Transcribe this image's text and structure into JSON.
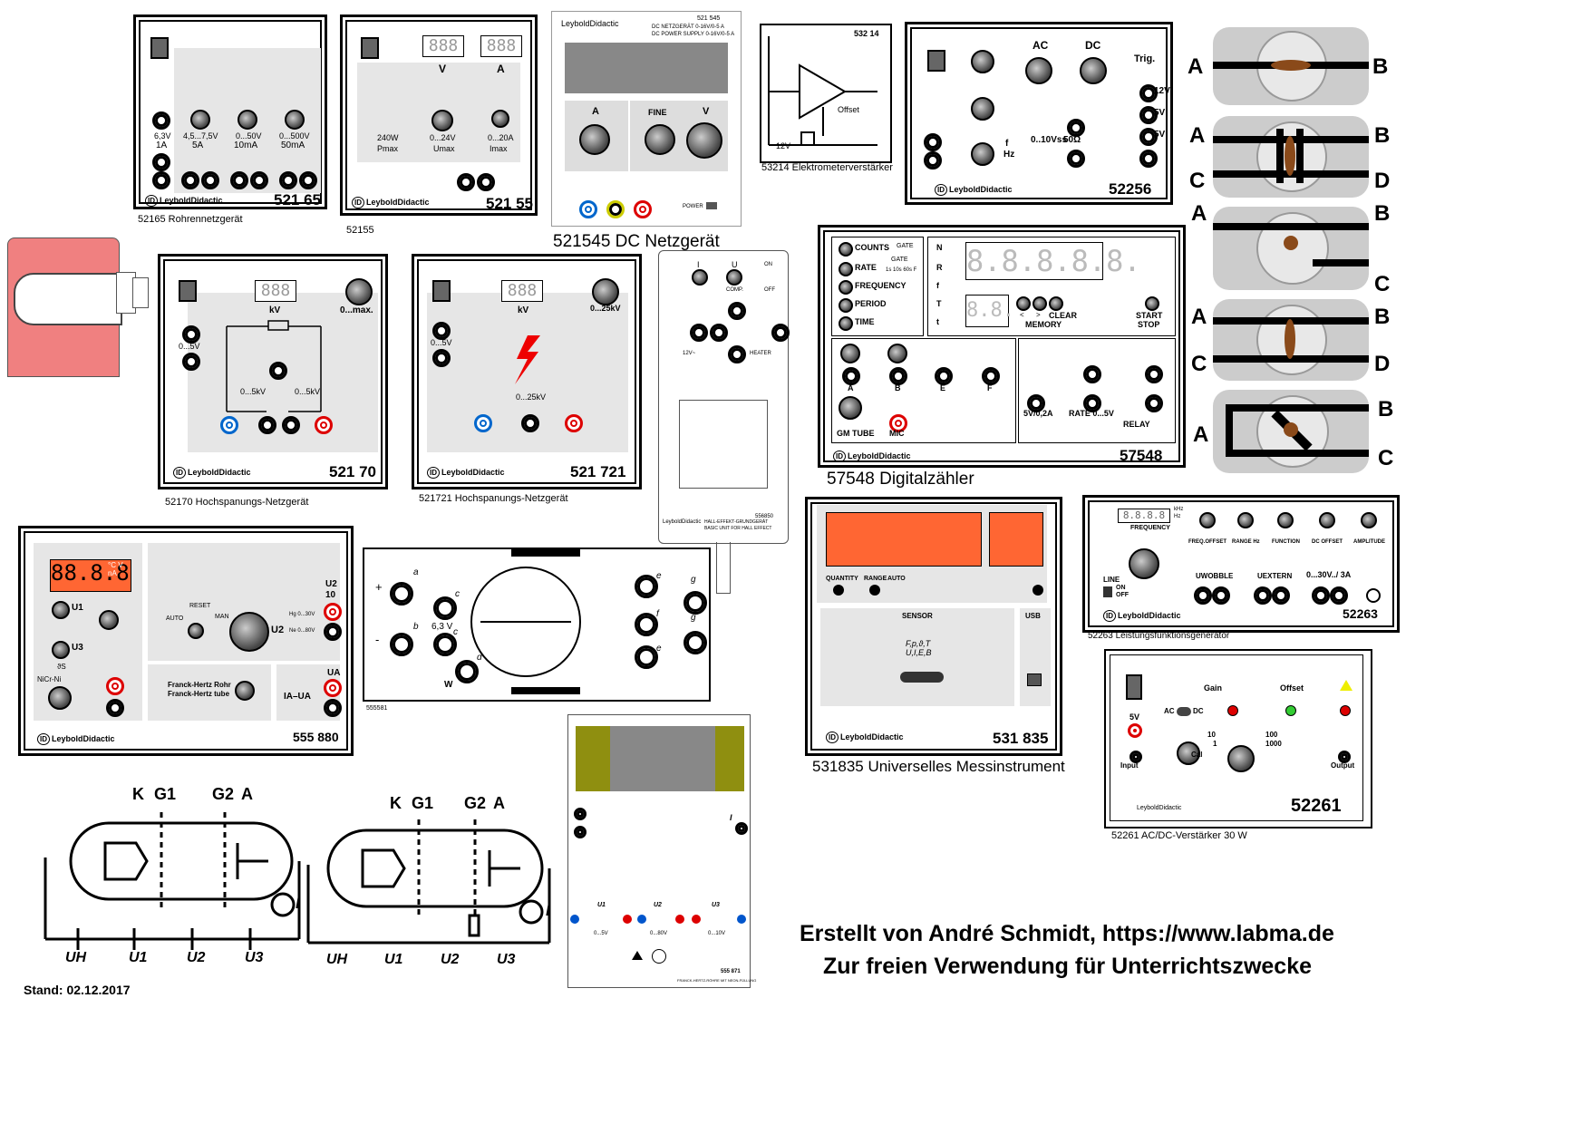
{
  "captions": {
    "c52165": "52165 Rohrennetzgerät",
    "c52155": "52155",
    "c521545": "521545 DC Netzgerät",
    "c53214": "53214 Elektrometerverstärker",
    "c52170": "52170 Hochspanungs-Netzgerät",
    "c521721": "521721 Hochspanungs-Netzgerät",
    "c57548": "57548 Digitalzähler",
    "c531835": "531835 Universelles Messinstrument",
    "c52263": "52263 Leistungsfunktionsgenerator",
    "c52261": "52261 AC/DC-Verstärker 30 W",
    "c555581": "555581"
  },
  "numbers": {
    "n52165": "521 65",
    "n52155": "521 55",
    "n53214": "532 14",
    "n52256": "52256",
    "n52170": "521 70",
    "n521721": "521 721",
    "n57548": "57548",
    "n555880": "555 880",
    "n531835": "531 835",
    "n52263": "52263",
    "n52261": "52261",
    "n555871": "555 871",
    "n556850": "556850"
  },
  "brand": "LeyboldDidactic",
  "dev52165": {
    "l1": "6,3V",
    "l1b": "1A",
    "s1": "4,5...7,5V",
    "s1b": "5A",
    "s2": "0...50V",
    "s2b": "10mA",
    "s3": "0...500V",
    "s3b": "50mA"
  },
  "dev52155": {
    "v": "V",
    "a": "A",
    "p": "240W",
    "pmax": "Pmax",
    "u": "0...24V",
    "umax": "Umax",
    "i": "0...20A",
    "imax": "Imax"
  },
  "dev521545": {
    "head1": "DC NETZGERÄT 0-16V/0-5 A",
    "head2": "DC POWER SUPPLY 0-16V/0-5 A",
    "code": "521 545",
    "a": "A",
    "fine": "FINE",
    "v": "V",
    "power": "POWER"
  },
  "dev53214": {
    "v12": "12V",
    "offset": "Offset"
  },
  "dev52256": {
    "ac": "AC",
    "dc": "DC",
    "trig": "Trig.",
    "v12": "12V",
    "v5a": "5V",
    "v5b": "5V",
    "f": "f",
    "hz": "Hz",
    "vss": "0..10Vss",
    "ohm": "50Ω"
  },
  "dev52170": {
    "kv": "kV",
    "max": "0...max.",
    "v05": "0...5V",
    "kv5a": "0...5kV",
    "kv5b": "0...5kV"
  },
  "dev521721": {
    "kv": "kV",
    "kv25": "0...25kV",
    "v05": "0...5V",
    "kv25b": "0...25kV"
  },
  "dev57548": {
    "counts": "COUNTS",
    "rate": "RATE",
    "frequency": "FREQUENCY",
    "period": "PERIOD",
    "time": "TIME",
    "gate": "GATE",
    "gate2": "GATE",
    "gtimes": "1s 10s 60s F",
    "display": "8.8.8.8.8.",
    "small": "8.8.",
    "clear": "CLEAR",
    "memory": "MEMORY",
    "lt": "<",
    "gt": ">",
    "startstop1": "START",
    "startstop2": "STOP",
    "nrow": "N",
    "rrow": "R",
    "frow": "f",
    "trow": "T",
    "trow2": "t",
    "a": "A",
    "b": "B",
    "e": "E",
    "f": "F",
    "gm": "GM TUBE",
    "mic": "MIC",
    "v52": "5V/0,2A",
    "rate05": "RATE 0...5V",
    "relay": "RELAY"
  },
  "dev556850": {
    "i": "I",
    "u": "U",
    "on": "ON",
    "off": "OFF",
    "comp": "COMP.",
    "heater": "HEATER",
    "v12": "12V~",
    "text1": "HALL-EFFEKT-GRUNDGERÄT",
    "text2": "BASIC UNIT FOR HALL EFFECT"
  },
  "dev555880": {
    "display": "88.8.8",
    "units": "°C V nA",
    "u1": "U1",
    "u3": "U3",
    "u2": "U2",
    "theta": "ϑS",
    "auto": "AUTO",
    "reset": "RESET",
    "man": "MAN",
    "nicr": "NiCr-Ni",
    "hg": "Hg 0...30V",
    "ne": "Ne 0...80V",
    "u2_10": "10",
    "ua": "UA",
    "iaua": "IA–UA",
    "fh1": "Franck-Hertz Rohr",
    "fh2": "Franck-Hertz tube"
  },
  "dev555581": {
    "plus": "+",
    "minus": "-",
    "a": "a",
    "b": "b",
    "c": "c",
    "c2": "c",
    "d": "d",
    "e": "e",
    "f": "f",
    "g": "g",
    "e2": "e",
    "g2": "g",
    "v63": "6,3 V",
    "w": "W"
  },
  "dev531835": {
    "quantity": "QUANTITY",
    "range": "RANGE",
    "auto": "AUTO",
    "sensor": "SENSOR",
    "usb": "USB",
    "formula1": "F,p,ϑ,T",
    "formula2": "U,I,E,B"
  },
  "dev52263": {
    "khz": "kHz",
    "hz": "Hz",
    "frequency": "FREQUENCY",
    "freqoffset": "FREQ.OFFSET",
    "rangehz": "RANGE Hz",
    "function": "FUNCTION",
    "dcoffset": "DC OFFSET",
    "amplitude": "AMPLITUDE",
    "line": "LINE",
    "on": "ON",
    "off": "OFF",
    "uwobble": "UWOBBLE",
    "uextern": "UEXTERN",
    "range30": "0...30V../ 3A",
    "display": "8.8.8.8"
  },
  "dev52261": {
    "gain": "Gain",
    "offset": "Offset",
    "v5": "5V",
    "ac": "AC",
    "dc": "DC",
    "cal": "Cal",
    "r10": "10",
    "r1": "1",
    "r100": "100",
    "r1000": "1000",
    "input": "Input",
    "output": "Output"
  },
  "dev555871": {
    "u1": "U1",
    "u2": "U2",
    "u3": "U3",
    "r1": "0...5V",
    "r2": "0...80V",
    "r3": "0...10V",
    "i": "I",
    "footer": "FRANCK-HERTZ-RÖHRE MIT NEON-FÜLLUNG"
  },
  "tube1": {
    "k": "K",
    "g1": "G1",
    "g2": "G2",
    "a": "A",
    "uh": "UH",
    "u1": "U1",
    "u2": "U2",
    "u3": "U3",
    "i": "I"
  },
  "tube2": {
    "k": "K",
    "g1": "G1",
    "g2": "G2",
    "a": "A",
    "uh": "UH",
    "u1": "U1",
    "u2": "U2",
    "u3": "U3",
    "i": "I"
  },
  "switches": [
    {
      "left": "A",
      "right": "B"
    },
    {
      "left": "A",
      "right": "B",
      "left2": "C",
      "right2": "D"
    },
    {
      "left": "A",
      "right": "B",
      "right2": "C"
    },
    {
      "left": "A",
      "right": "B",
      "left2": "C",
      "right2": "D"
    },
    {
      "left": "A",
      "right": "B",
      "right2": "C"
    }
  ],
  "footer": {
    "line1": "Erstellt von André Schmidt, https://www.labma.de",
    "line2": "Zur freien Verwendung für Unterrichtszwecke",
    "stand": "Stand: 02.12.2017"
  },
  "colors": {
    "red": "#dd0000",
    "blue": "#0055cc",
    "orange": "#ff6633",
    "salmon": "#f08080",
    "olive": "#8f8f10",
    "gray": "#e6e6e6"
  }
}
